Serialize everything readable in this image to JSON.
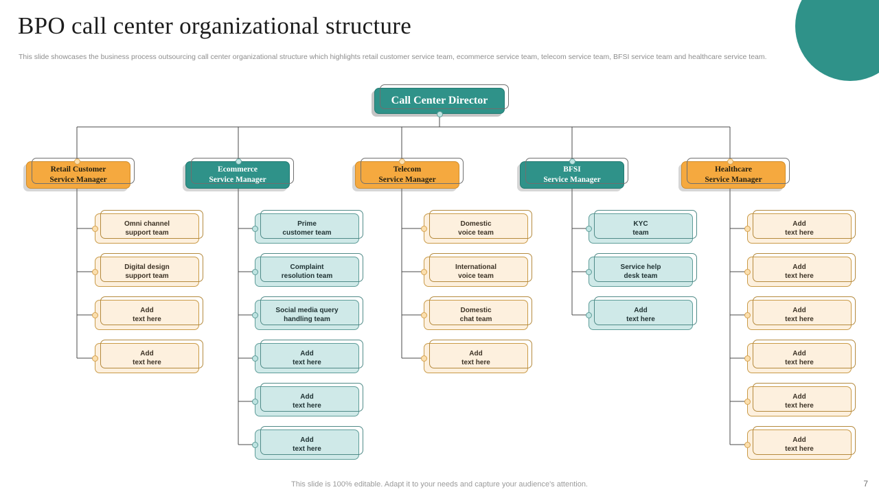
{
  "slide": {
    "title": "BPO call center organizational structure",
    "subtitle": "This slide showcases the business process outsourcing call center organizational structure which highlights retail customer service team, ecommerce service team, telecom service team, BFSI service team and healthcare service team.",
    "footer_note": "This slide is 100% editable. Adapt it to your needs and capture your audience's attention.",
    "page_number": "7"
  },
  "colors": {
    "teal": "#2f9289",
    "orange": "#f5a93f",
    "leaf_cream_fill": "#fdf0de",
    "leaf_cream_border": "#c99a46",
    "leaf_teal_fill": "#cfe9e8",
    "leaf_teal_border": "#5d9c98",
    "title_text": "#1c1c1c",
    "muted_text": "#8d8d8d"
  },
  "org": {
    "root": {
      "label": "Call Center Director",
      "style": "teal"
    },
    "branches": [
      {
        "label": "Retail Customer\nService Manager",
        "style": "orange",
        "children": [
          {
            "label": "Omni channel\nsupport team"
          },
          {
            "label": "Digital design\nsupport team"
          },
          {
            "label": "Add\ntext here"
          },
          {
            "label": "Add\ntext here"
          }
        ]
      },
      {
        "label": "Ecommerce\nService Manager",
        "style": "teal",
        "children": [
          {
            "label": "Prime\ncustomer team"
          },
          {
            "label": "Complaint\nresolution team"
          },
          {
            "label": "Social media query\nhandling team"
          },
          {
            "label": "Add\ntext here"
          },
          {
            "label": "Add\ntext here"
          },
          {
            "label": "Add\ntext here"
          }
        ]
      },
      {
        "label": "Telecom\nService Manager",
        "style": "orange",
        "children": [
          {
            "label": "Domestic\nvoice team"
          },
          {
            "label": "International\nvoice team"
          },
          {
            "label": "Domestic\nchat team"
          },
          {
            "label": "Add\ntext here"
          }
        ]
      },
      {
        "label": "BFSI\nService Manager",
        "style": "teal",
        "children": [
          {
            "label": "KYC\nteam"
          },
          {
            "label": "Service help\ndesk team"
          },
          {
            "label": "Add\ntext here"
          }
        ]
      },
      {
        "label": "Healthcare\nService Manager",
        "style": "orange",
        "children": [
          {
            "label": "Add\ntext here"
          },
          {
            "label": "Add\ntext here"
          },
          {
            "label": "Add\ntext here"
          },
          {
            "label": "Add\ntext here"
          },
          {
            "label": "Add\ntext here"
          },
          {
            "label": "Add\ntext here"
          }
        ]
      }
    ]
  }
}
